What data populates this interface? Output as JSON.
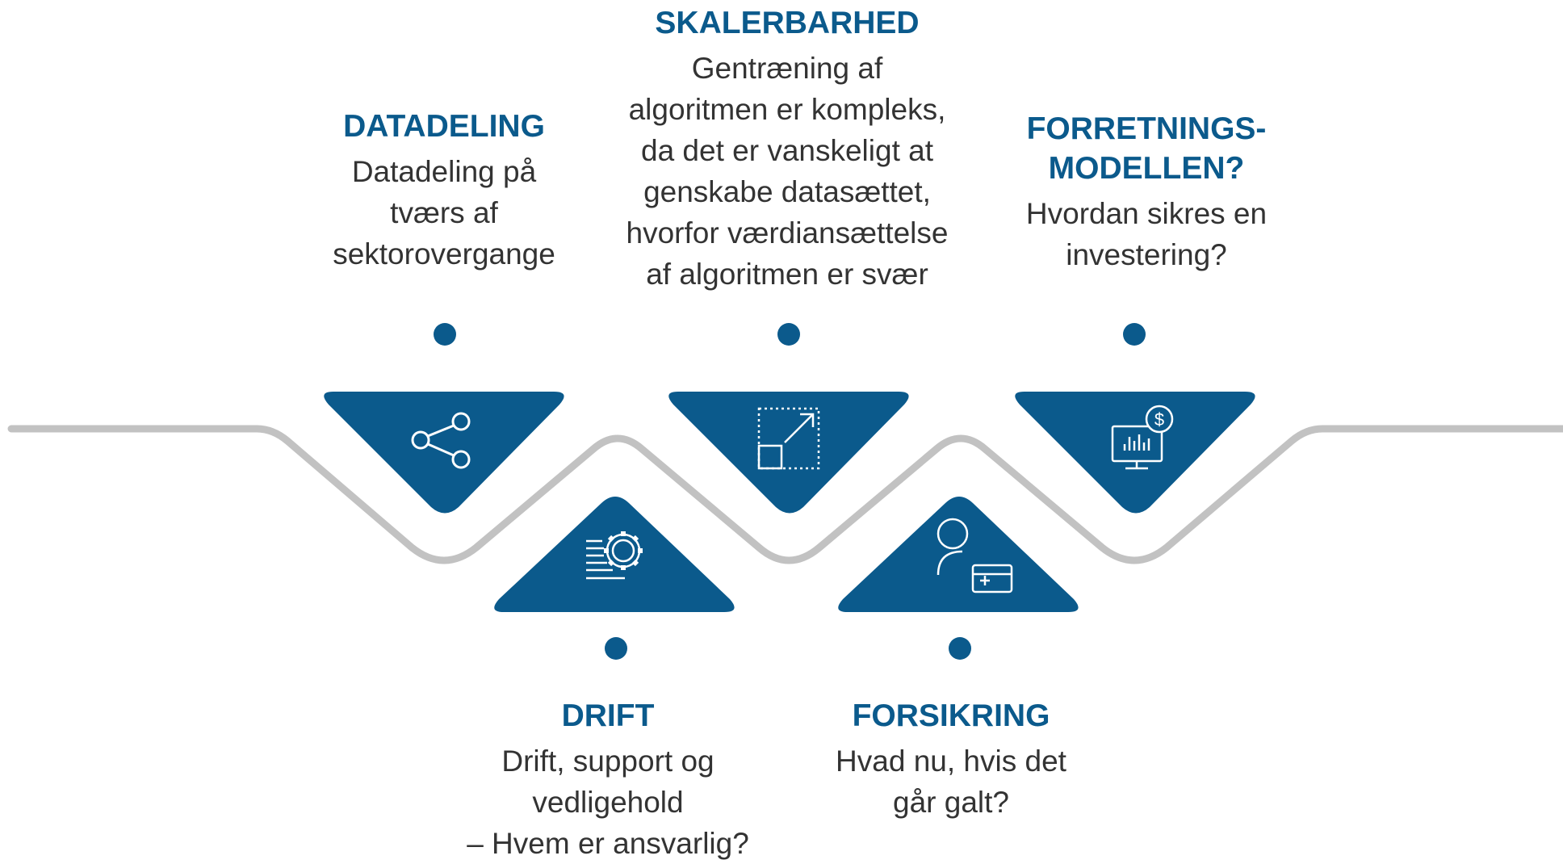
{
  "colors": {
    "accent": "#0b5a8c",
    "line": "#c2c2c2",
    "body_text": "#333333",
    "background": "#ffffff"
  },
  "stages": [
    {
      "id": "datadeling",
      "title": "DATADELING",
      "lines": [
        "Datadeling på",
        "tværs af",
        "sektorovergange"
      ],
      "icon": "share-icon"
    },
    {
      "id": "drift",
      "title": "DRIFT",
      "lines": [
        "Drift, support og",
        "vedligehold",
        "– Hvem er ansvarlig?"
      ],
      "icon": "gear-icon"
    },
    {
      "id": "skalerbarhed",
      "title": "SKALERBARHED",
      "lines": [
        "Gentræning af",
        "algoritmen er kompleks,",
        "da det er vanskeligt at",
        "genskabe datasættet,",
        "hvorfor værdiansættelse",
        "af algoritmen er svær"
      ],
      "icon": "scale-up-icon"
    },
    {
      "id": "forsikring",
      "title": "FORSIKRING",
      "lines": [
        "Hvad nu, hvis det",
        "går galt?"
      ],
      "icon": "user-card-icon"
    },
    {
      "id": "forretningsmodellen",
      "title": [
        "FORRETNINGS-",
        "MODELLEN?"
      ],
      "lines": [
        "Hvordan sikres en",
        "investering?"
      ],
      "icon": "monitor-dollar-icon"
    }
  ]
}
